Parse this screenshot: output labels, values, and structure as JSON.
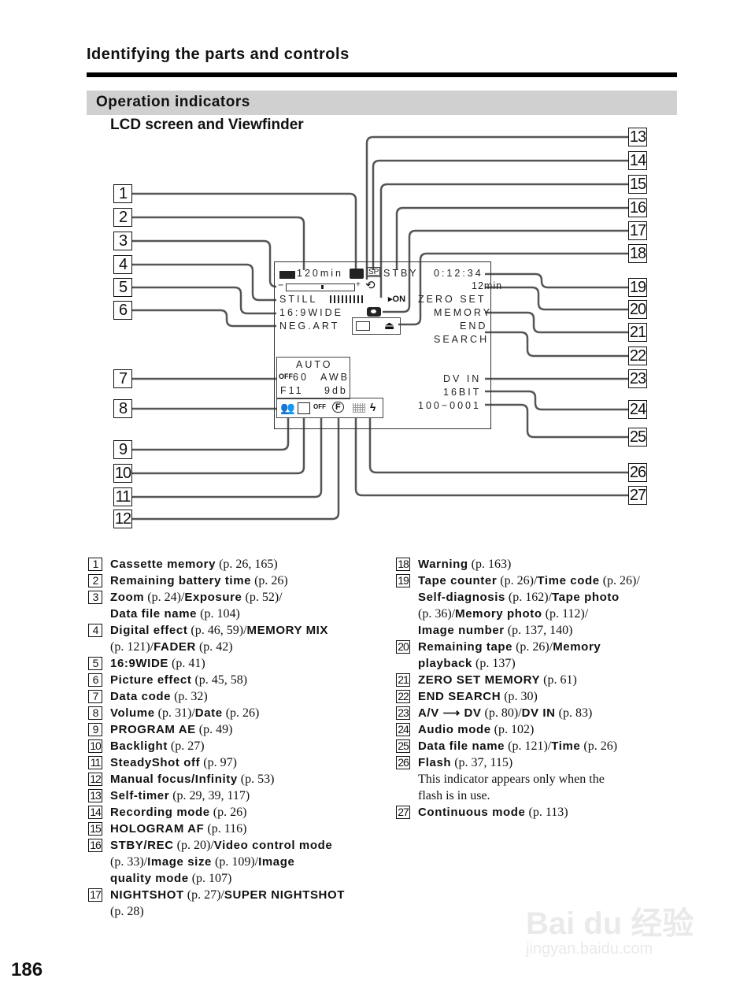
{
  "header": {
    "section_title": "Identifying the parts and controls",
    "subsection": "Operation indicators",
    "subsubsection": "LCD screen and Viewfinder"
  },
  "lcd": {
    "battery_time": "120min",
    "cassette_memory_icon": "cassette-memory-icon",
    "recording_mode": "SP",
    "status": "STBY",
    "zoom_minus": "−",
    "zoom_plus": "+",
    "digital_effect": "STILL",
    "wide": "16:9WIDE",
    "picture_effect": "NEG.ART",
    "tape_counter": "0:12:34",
    "remaining_tape": "12min",
    "zero_set": "ZERO SET",
    "memory": "MEMORY",
    "end": "END",
    "search": "SEARCH",
    "nightshot": "ON",
    "data_code": {
      "line1": "AUTO",
      "line2_a": "60",
      "line2_b": "AWB",
      "line3_a": "F11",
      "line3_b": "9db"
    },
    "dv_in": "DV IN",
    "audio_mode": "16BIT",
    "file_name": "100−0001"
  },
  "callouts": [
    "1",
    "2",
    "3",
    "4",
    "5",
    "6",
    "7",
    "8",
    "9",
    "10",
    "11",
    "12",
    "13",
    "14",
    "15",
    "16",
    "17",
    "18",
    "19",
    "20",
    "21",
    "22",
    "23",
    "24",
    "25",
    "26",
    "27"
  ],
  "legend_left": [
    {
      "n": "1",
      "parts": [
        [
          "b",
          "Cassette memory"
        ],
        [
          "p",
          " (p. 26, 165)"
        ]
      ]
    },
    {
      "n": "2",
      "parts": [
        [
          "b",
          "Remaining battery time"
        ],
        [
          "p",
          " (p. 26)"
        ]
      ]
    },
    {
      "n": "3",
      "parts": [
        [
          "b",
          "Zoom"
        ],
        [
          "p",
          " (p. 24)/"
        ],
        [
          "b",
          "Exposure"
        ],
        [
          "p",
          " (p. 52)/"
        ],
        [
          "br",
          ""
        ],
        [
          "b",
          "Data file name"
        ],
        [
          "p",
          " (p. 104)"
        ]
      ]
    },
    {
      "n": "4",
      "parts": [
        [
          "b",
          "Digital effect"
        ],
        [
          "p",
          " (p. 46, 59)/"
        ],
        [
          "b",
          "MEMORY MIX"
        ],
        [
          "br",
          ""
        ],
        [
          "p",
          "(p. 121)/"
        ],
        [
          "b",
          "FADER"
        ],
        [
          "p",
          " (p. 42)"
        ]
      ]
    },
    {
      "n": "5",
      "parts": [
        [
          "b",
          "16:9WIDE"
        ],
        [
          "p",
          " (p. 41)"
        ]
      ]
    },
    {
      "n": "6",
      "parts": [
        [
          "b",
          "Picture effect"
        ],
        [
          "p",
          " (p. 45, 58)"
        ]
      ]
    },
    {
      "n": "7",
      "parts": [
        [
          "b",
          "Data code"
        ],
        [
          "p",
          " (p. 32)"
        ]
      ]
    },
    {
      "n": "8",
      "parts": [
        [
          "b",
          "Volume"
        ],
        [
          "p",
          " (p. 31)/"
        ],
        [
          "b",
          "Date"
        ],
        [
          "p",
          " (p. 26)"
        ]
      ]
    },
    {
      "n": "9",
      "parts": [
        [
          "b",
          "PROGRAM AE"
        ],
        [
          "p",
          " (p. 49)"
        ]
      ]
    },
    {
      "n": "10",
      "parts": [
        [
          "b",
          "Backlight"
        ],
        [
          "p",
          " (p. 27)"
        ]
      ]
    },
    {
      "n": "11",
      "parts": [
        [
          "b",
          "SteadyShot off"
        ],
        [
          "p",
          " (p. 97)"
        ]
      ]
    },
    {
      "n": "12",
      "parts": [
        [
          "b",
          "Manual focus/Infinity"
        ],
        [
          "p",
          " (p. 53)"
        ]
      ]
    },
    {
      "n": "13",
      "parts": [
        [
          "b",
          "Self-timer"
        ],
        [
          "p",
          " (p. 29, 39, 117)"
        ]
      ]
    },
    {
      "n": "14",
      "parts": [
        [
          "b",
          "Recording mode"
        ],
        [
          "p",
          " (p. 26)"
        ]
      ]
    },
    {
      "n": "15",
      "parts": [
        [
          "b",
          "HOLOGRAM AF"
        ],
        [
          "p",
          " (p. 116)"
        ]
      ]
    },
    {
      "n": "16",
      "parts": [
        [
          "b",
          "STBY/REC"
        ],
        [
          "p",
          " (p. 20)/"
        ],
        [
          "b",
          "Video control mode"
        ],
        [
          "br",
          ""
        ],
        [
          "p",
          "(p. 33)/"
        ],
        [
          "b",
          "Image size"
        ],
        [
          "p",
          " (p. 109)/"
        ],
        [
          "b",
          "Image"
        ],
        [
          "br",
          ""
        ],
        [
          "b",
          "quality mode"
        ],
        [
          "p",
          " (p. 107)"
        ]
      ]
    },
    {
      "n": "17",
      "parts": [
        [
          "b",
          "NIGHTSHOT"
        ],
        [
          "p",
          " (p. 27)/"
        ],
        [
          "b",
          "SUPER NIGHTSHOT"
        ],
        [
          "br",
          ""
        ],
        [
          "p",
          "(p. 28)"
        ]
      ]
    }
  ],
  "legend_right": [
    {
      "n": "18",
      "parts": [
        [
          "b",
          "Warning"
        ],
        [
          "p",
          " (p. 163)"
        ]
      ]
    },
    {
      "n": "19",
      "parts": [
        [
          "b",
          "Tape counter"
        ],
        [
          "p",
          " (p. 26)/"
        ],
        [
          "b",
          "Time code"
        ],
        [
          "p",
          " (p. 26)/"
        ],
        [
          "br",
          ""
        ],
        [
          "b",
          "Self-diagnosis"
        ],
        [
          "p",
          " (p. 162)/"
        ],
        [
          "b",
          "Tape photo"
        ],
        [
          "br",
          ""
        ],
        [
          "p",
          "(p. 36)/"
        ],
        [
          "b",
          "Memory photo"
        ],
        [
          "p",
          " (p. 112)/"
        ],
        [
          "br",
          ""
        ],
        [
          "b",
          "Image number"
        ],
        [
          "p",
          " (p. 137, 140)"
        ]
      ]
    },
    {
      "n": "20",
      "parts": [
        [
          "b",
          "Remaining tape"
        ],
        [
          "p",
          " (p. 26)/"
        ],
        [
          "b",
          "Memory"
        ],
        [
          "br",
          ""
        ],
        [
          "b",
          "playback"
        ],
        [
          "p",
          " (p. 137)"
        ]
      ]
    },
    {
      "n": "21",
      "parts": [
        [
          "b",
          "ZERO SET MEMORY"
        ],
        [
          "p",
          " (p. 61)"
        ]
      ]
    },
    {
      "n": "22",
      "parts": [
        [
          "b",
          "END SEARCH"
        ],
        [
          "p",
          " (p. 30)"
        ]
      ]
    },
    {
      "n": "23",
      "parts": [
        [
          "b",
          "A/V ⟶ DV"
        ],
        [
          "p",
          " (p. 80)/"
        ],
        [
          "b",
          "DV IN"
        ],
        [
          "p",
          " (p. 83)"
        ]
      ]
    },
    {
      "n": "24",
      "parts": [
        [
          "b",
          "Audio mode"
        ],
        [
          "p",
          " (p. 102)"
        ]
      ]
    },
    {
      "n": "25",
      "parts": [
        [
          "b",
          "Data file name"
        ],
        [
          "p",
          " (p. 121)/"
        ],
        [
          "b",
          "Time"
        ],
        [
          "p",
          " (p. 26)"
        ]
      ]
    },
    {
      "n": "26",
      "parts": [
        [
          "b",
          "Flash"
        ],
        [
          "p",
          " (p. 37, 115)"
        ],
        [
          "br",
          ""
        ],
        [
          "p",
          "This indicator appears only when the"
        ],
        [
          "br",
          ""
        ],
        [
          "p",
          "flash is in use."
        ]
      ]
    },
    {
      "n": "27",
      "parts": [
        [
          "b",
          "Continuous mode"
        ],
        [
          "p",
          " (p. 113)"
        ]
      ]
    }
  ],
  "page_number": "186",
  "watermark": {
    "brand": "Bai du 经验",
    "url": "jingyan.baidu.com"
  }
}
